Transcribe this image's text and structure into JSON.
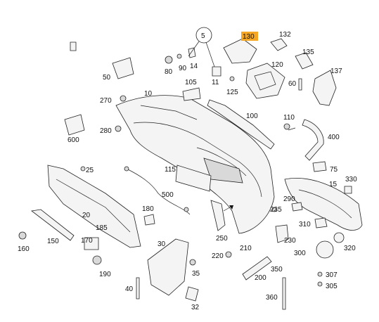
{
  "diagram": {
    "callout_number": "5",
    "highlighted_part": "130",
    "highlight_color": "#f5a623",
    "labels": [
      "130",
      "132",
      "135",
      "137",
      "14",
      "11",
      "80",
      "90",
      "50",
      "120",
      "125",
      "60",
      "10",
      "105",
      "270",
      "100",
      "110",
      "400",
      "280",
      "600",
      "25",
      "115",
      "75",
      "15",
      "330",
      "500",
      "290",
      "235",
      "310",
      "180",
      "20",
      "185",
      "250",
      "230",
      "150",
      "170",
      "160",
      "210",
      "220",
      "300",
      "320",
      "190",
      "30",
      "35",
      "350",
      "307",
      "200",
      "305",
      "40",
      "360",
      "32"
    ]
  }
}
